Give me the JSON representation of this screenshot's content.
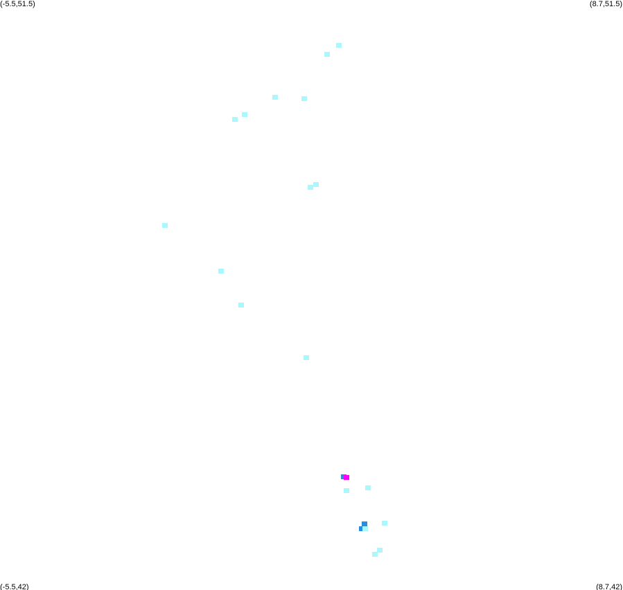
{
  "corners": {
    "top_left": "(-5.5,51.5)",
    "top_right": "(8.7,51.5)",
    "bottom_left": "(-5.5,42)",
    "bottom_right": "(8.7,42)"
  },
  "colors": {
    "background": "#ffffff",
    "low": "#a9f8fb",
    "mid": "#2a8ee0",
    "high": "#8a1ed0",
    "peak": "#ff00ff"
  },
  "cells": [
    {
      "lon": 2.23,
      "lat": 50.77,
      "level": "low"
    },
    {
      "lon": 1.96,
      "lat": 50.62,
      "level": "low"
    },
    {
      "lon": 0.77,
      "lat": 49.93,
      "level": "low"
    },
    {
      "lon": 1.43,
      "lat": 49.91,
      "level": "low"
    },
    {
      "lon": 0.07,
      "lat": 49.66,
      "level": "low"
    },
    {
      "lon": -0.15,
      "lat": 49.58,
      "level": "low"
    },
    {
      "lon": 1.71,
      "lat": 48.53,
      "level": "low"
    },
    {
      "lon": 1.57,
      "lat": 48.48,
      "level": "low"
    },
    {
      "lon": -1.74,
      "lat": 47.87,
      "level": "low"
    },
    {
      "lon": -0.46,
      "lat": 47.14,
      "level": "low"
    },
    {
      "lon": -0.01,
      "lat": 46.59,
      "level": "low"
    },
    {
      "lon": 1.48,
      "lat": 45.74,
      "level": "low"
    },
    {
      "lon": 2.33,
      "lat": 43.82,
      "level": "mid"
    },
    {
      "lon": 2.4,
      "lat": 43.81,
      "level": "peak"
    },
    {
      "lon": 2.89,
      "lat": 43.65,
      "level": "low"
    },
    {
      "lon": 2.4,
      "lat": 43.6,
      "level": "low"
    },
    {
      "lon": 3.27,
      "lat": 43.08,
      "level": "low"
    },
    {
      "lon": 2.81,
      "lat": 43.06,
      "level": "mid"
    },
    {
      "lon": 2.75,
      "lat": 42.99,
      "level": "mid"
    },
    {
      "lon": 2.83,
      "lat": 42.99,
      "level": "low"
    },
    {
      "lon": 3.16,
      "lat": 42.64,
      "level": "low"
    },
    {
      "lon": 3.05,
      "lat": 42.57,
      "level": "low"
    }
  ]
}
